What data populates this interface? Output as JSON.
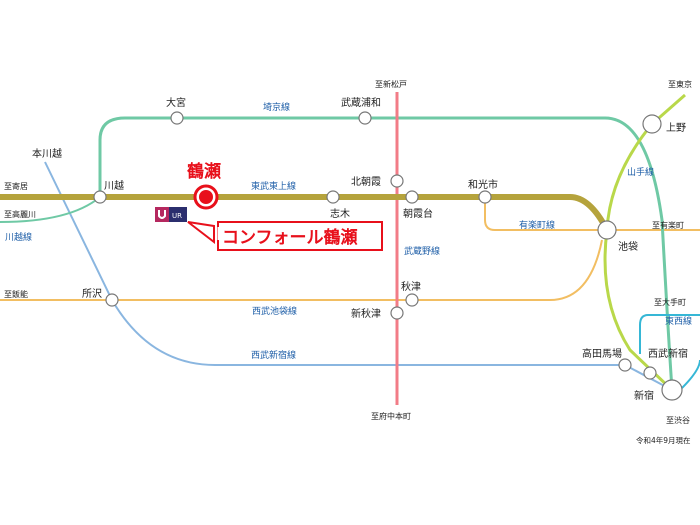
{
  "target_station": "鶴瀬",
  "property_name": "コンフォール鶴瀬",
  "logo_text": "UR",
  "date_note": "令和4年9月現在",
  "stations": {
    "motokawagoe": "本川越",
    "omiya": "大宮",
    "musashiurawa": "武蔵浦和",
    "kawagoe": "川越",
    "shiki": "志木",
    "kitaasaka": "北朝霞",
    "asakadai": "朝霞台",
    "wakoshi": "和光市",
    "ikebukuro": "池袋",
    "ueno": "上野",
    "tokorozawa": "所沢",
    "akitsu": "秋津",
    "shinakitsu": "新秋津",
    "takadanobaba": "高田馬場",
    "seibushinjuku": "西武新宿",
    "shinjuku": "新宿"
  },
  "lines": {
    "saikyo": "埼京線",
    "tobu_tojo": "東武東上線",
    "musashino": "武蔵野線",
    "yurakucho": "有楽町線",
    "yamanote": "山手線",
    "seibu_ikebukuro": "西武池袋線",
    "seibu_shinjuku": "西武新宿線",
    "kawagoe": "川越線",
    "tozai": "東西線"
  },
  "directions": {
    "shinmatsudo": "至新松戸",
    "tokyo": "至東京",
    "yorii": "至寄居",
    "komagawa": "至高麗川",
    "hanno": "至飯能",
    "yurakucho": "至有楽町",
    "otemachi": "至大手町",
    "shibuya": "至渋谷",
    "fuchu": "至府中本町"
  },
  "colors": {
    "tobu_tojo": "#b5a33c",
    "saikyo": "#6fc9a5",
    "musashino": "#f27c87",
    "yurakucho": "#f2be62",
    "seibu": "#8ab6e0",
    "yamanote": "#b9d84a",
    "tozai": "#36b7d6",
    "target": "#e8101b"
  }
}
